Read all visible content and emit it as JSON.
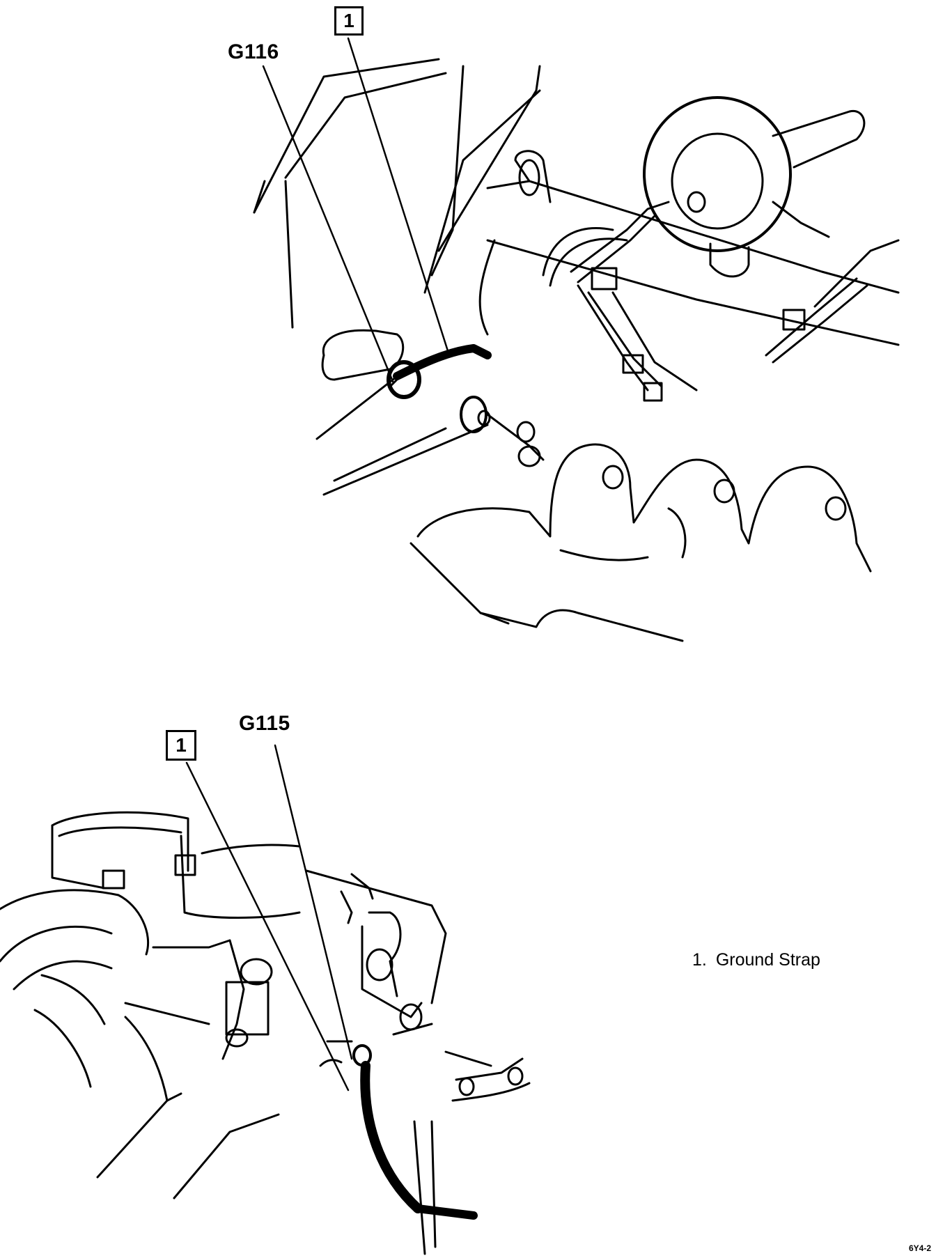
{
  "top_view": {
    "ground_label": "G116",
    "callout_number": "1"
  },
  "bottom_view": {
    "ground_label": "G115",
    "callout_number": "1"
  },
  "legend": {
    "items": [
      {
        "number": "1.",
        "text": "Ground Strap"
      }
    ]
  },
  "figure_code": "6Y4-2"
}
